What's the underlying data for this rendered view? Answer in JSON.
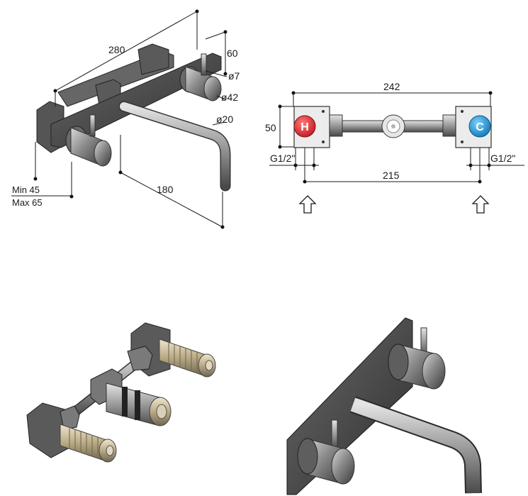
{
  "faucet_view": {
    "dim_width": "280",
    "dim_lever_height": "60",
    "dim_lever_dia": "ø7",
    "dim_handle_dia": "ø42",
    "dim_spout_dia": "ø20",
    "dim_spout_length": "180",
    "dim_min": "Min 45",
    "dim_max": "Max 65"
  },
  "rough_in_view": {
    "dim_total": "242",
    "dim_height": "50",
    "dim_centers": "215",
    "thread_left": "G1/2\"",
    "thread_right": "G1/2\"",
    "hot_label": "H",
    "cold_label": "C",
    "hot_color": "#d8262e",
    "cold_color": "#1a8fd0"
  },
  "icons": [
    "inlet-arrow-icon",
    "inlet-arrow-icon"
  ]
}
